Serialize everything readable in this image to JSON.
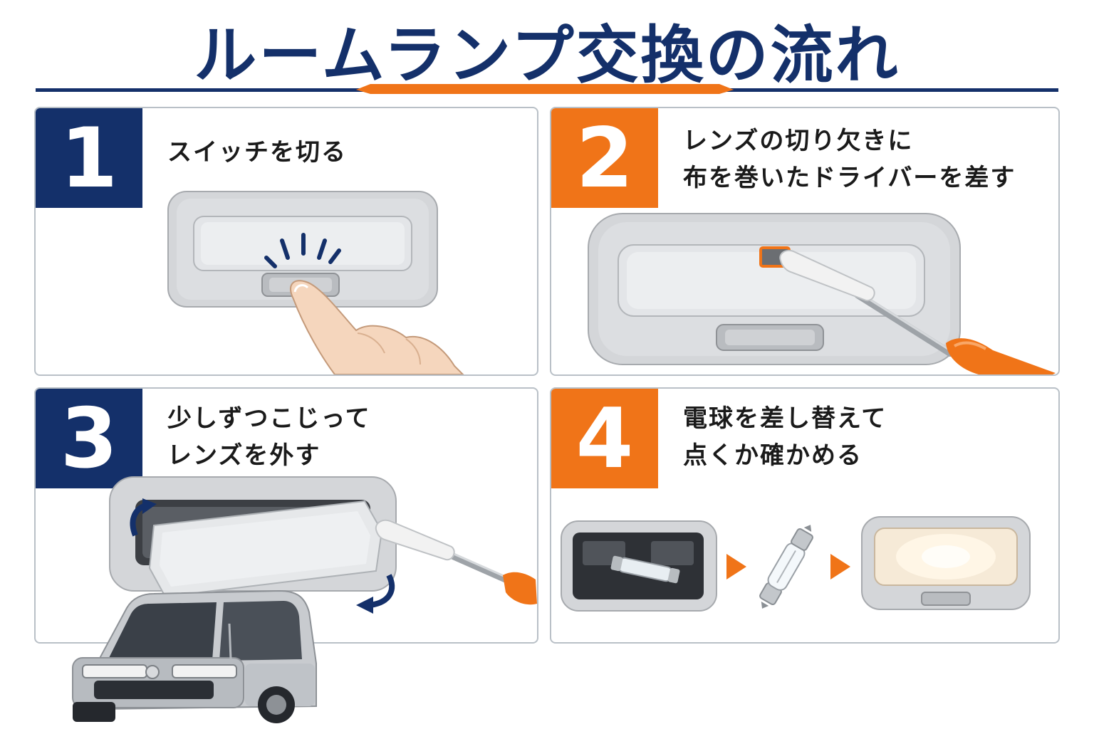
{
  "title": "ルームランプ交換の流れ",
  "colors": {
    "navy": "#14306a",
    "orange": "#f07418",
    "panel_border": "#b9c0c7",
    "lamp_housing": "#d4d6d9",
    "lens": "#e3e5e8"
  },
  "steps": [
    {
      "number": "1",
      "badge_color": "navy",
      "caption_line1": "スイッチを切る",
      "caption_line2": ""
    },
    {
      "number": "2",
      "badge_color": "orange",
      "caption_line1": "レンズの切り欠きに",
      "caption_line2": "布を巻いたドライバーを差す"
    },
    {
      "number": "3",
      "badge_color": "navy",
      "caption_line1": "少しずつこじって",
      "caption_line2": "レンズを外す"
    },
    {
      "number": "4",
      "badge_color": "orange",
      "caption_line1": "電球を差し替えて",
      "caption_line2": "点くか確かめる"
    }
  ],
  "icons": {
    "step1": [
      "room-lamp",
      "pressing-finger-icon",
      "click-burst-icon"
    ],
    "step2": [
      "room-lamp",
      "lens-notch-highlight",
      "wrapped-screwdriver-icon"
    ],
    "step3": [
      "room-lamp",
      "removed-lens",
      "rotate-arrow-icon",
      "wrapped-screwdriver-icon",
      "kei-car-image"
    ],
    "step4": [
      "open-lamp-with-old-bulb",
      "arrow-right-icon",
      "festoon-bulb-icon",
      "lit-room-lamp"
    ]
  }
}
